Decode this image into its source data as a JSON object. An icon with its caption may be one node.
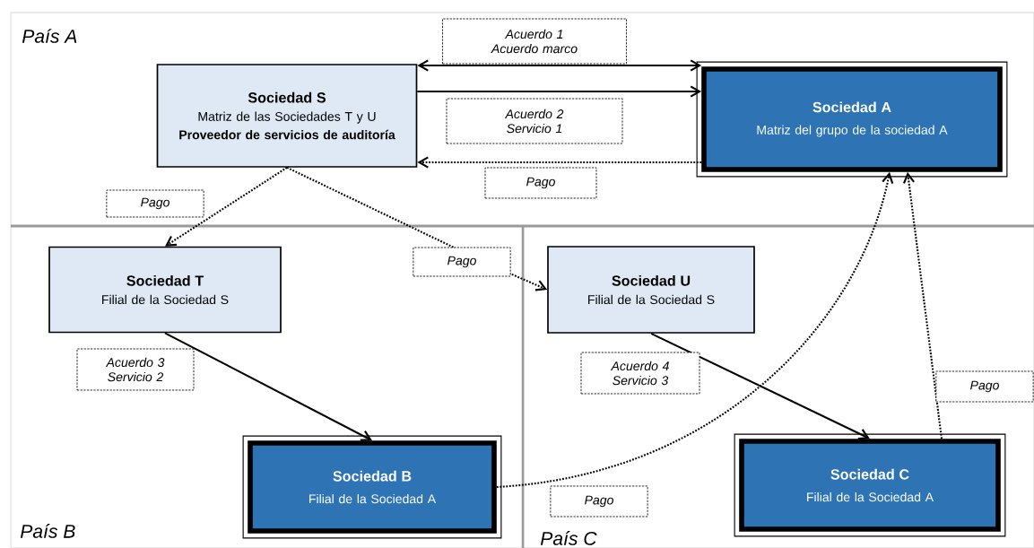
{
  "diagram": {
    "nodes": [
      {
        "text": [
          "Sociedad S",
          "Matriz de las Sociedades T y U",
          "Proveedor de servicios de auditoría"
        ]
      },
      {
        "text": [
          "Sociedad A",
          "Matriz del grupo de la sociedad A"
        ]
      },
      {
        "text": [
          "Sociedad T",
          "Filial de la Sociedad S"
        ]
      },
      {
        "text": [
          "Sociedad U",
          "Filial de la Sociedad S"
        ]
      },
      {
        "text": [
          "Sociedad B",
          "Filial de la Sociedad  A"
        ]
      },
      {
        "text": [
          "Sociedad C",
          "Filial de la Sociedad A"
        ]
      }
    ],
    "edges": [
      {
        "from": 0,
        "to": 1,
        "arrow": "both",
        "label": "Acuerdo 1 Acuerdo marco"
      },
      {
        "from": 0,
        "to": 1,
        "arrow": "to",
        "label": "Acuerdo 2 Servicio 1"
      },
      {
        "from": 1,
        "to": 0,
        "arrow": "to",
        "label": "Pago",
        "style": "dashed"
      },
      {
        "from": 0,
        "to": 2,
        "arrow": "to",
        "label": "Pago",
        "style": "dashed"
      },
      {
        "from": 0,
        "to": 3,
        "arrow": "to",
        "label": "Pago",
        "style": "dashed"
      },
      {
        "from": 2,
        "to": 4,
        "arrow": "to",
        "label": "Acuerdo 3 Servicio 2"
      },
      {
        "from": 3,
        "to": 5,
        "arrow": "to",
        "label": "Acuerdo 4 Servicio 3"
      },
      {
        "from": 4,
        "to": 1,
        "arrow": "to",
        "label": "Pago",
        "style": "dashed"
      },
      {
        "from": 5,
        "to": 1,
        "arrow": "to",
        "label": "Pago",
        "style": "dashed"
      }
    ],
    "labels": [
      "País A",
      "País B",
      "País C"
    ]
  }
}
